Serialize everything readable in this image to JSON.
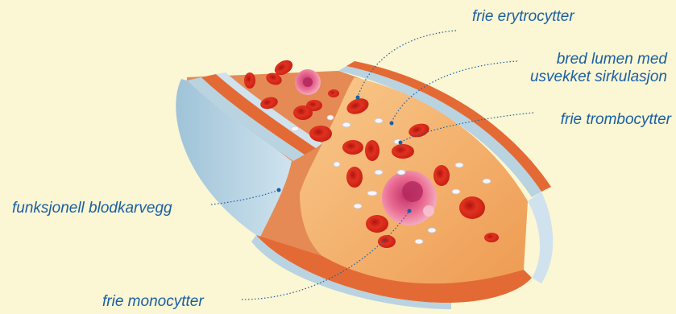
{
  "labels": {
    "erythrocytes": "frie erytrocytter",
    "lumen_line1": "bred lumen med",
    "lumen_line2": "usvekket sirkulasjon",
    "thrombocytes": "frie trombocytter",
    "vessel_wall": "funksjonell blodkarvegg",
    "monocytes": "frie monocytter"
  },
  "colors": {
    "background": "#fbf6d4",
    "label_text": "#1a5fa3",
    "leader_line": "#1a5fa3",
    "red_cell": "#d9261c",
    "monocyte": "#e0507a",
    "platelet": "#f4f4f8",
    "wall_muscle": "#e77b45",
    "wall_outer": "#aac8d9",
    "lumen": "#f4b06a"
  }
}
